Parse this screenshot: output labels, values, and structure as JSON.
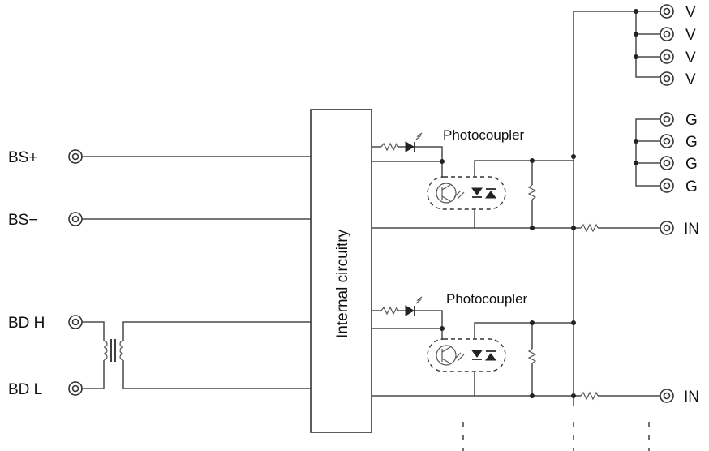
{
  "labels": {
    "bs_plus": "BS+",
    "bs_minus": "BS−",
    "bd_h": "BD H",
    "bd_l": "BD L",
    "internal": "Internal circuitry",
    "photocoupler_1": "Photocoupler",
    "photocoupler_2": "Photocoupler",
    "v1": "V",
    "v2": "V",
    "v3": "V",
    "v4": "V",
    "g1": "G",
    "g2": "G",
    "g3": "G",
    "g4": "G",
    "in1": "IN",
    "in2": "IN"
  }
}
